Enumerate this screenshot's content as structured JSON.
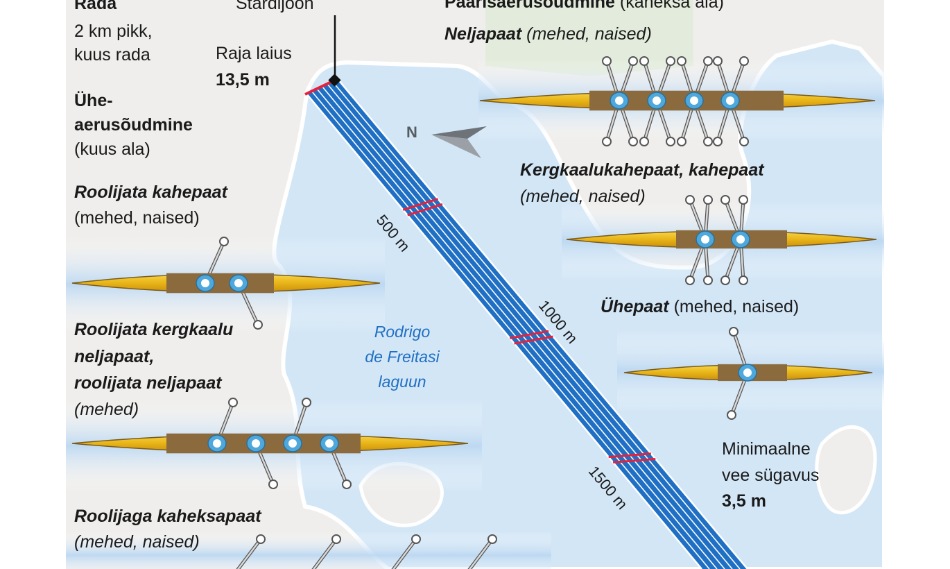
{
  "course": {
    "heading": "Rada",
    "length_line": "2 km pikk,",
    "lanes_line": "kuus rada"
  },
  "start_line": "Stardijoon",
  "lane_width": {
    "label": "Raja laius",
    "value": "13,5 m"
  },
  "sweep": {
    "title_line1": "Ühe-",
    "title_line2": "aerusõudmine",
    "subtitle": "(kuus ala)"
  },
  "sculling": {
    "title": "Paarisaerusõudmine",
    "subtitle": "(kaheksa ala)"
  },
  "boats": {
    "pair": {
      "name": "Roolijata kahepaat",
      "genders": "(mehed, naised)"
    },
    "four": {
      "name_line1": "Roolijata kergkaalu",
      "name_line2": "neljapaat,",
      "name_line3": "roolijata neljapaat",
      "genders": "(mehed)"
    },
    "eight": {
      "name": "Roolijaga kaheksapaat",
      "genders": "(mehed, naised)"
    },
    "quad": {
      "name": "Neljapaat",
      "genders": "(mehed, naised)"
    },
    "double": {
      "name": "Kergkaalukahepaat, kahepaat",
      "genders": "(mehed, naised)"
    },
    "single": {
      "name": "Ühepaat",
      "genders": "(mehed, naised)"
    }
  },
  "lagoon": {
    "line1": "Rodrigo",
    "line2": "de Freitasi",
    "line3": "laguun"
  },
  "distances": [
    "500 m",
    "1000 m",
    "1500 m"
  ],
  "north": "N",
  "depth": {
    "line1": "Minimaalne",
    "line2": "vee sügavus",
    "value": "3,5 m"
  },
  "colors": {
    "water": "#d3e6f6",
    "lane_blue": "#1f6fc4",
    "lane_line": "#ffffff",
    "distance_marker": "#e8203a",
    "land": "#f0eeec",
    "park": "#e3ecdc",
    "hull_yellow": "#f0c020",
    "hull_brown": "#8b6b3e",
    "rower_blue": "#4ea8dc"
  }
}
